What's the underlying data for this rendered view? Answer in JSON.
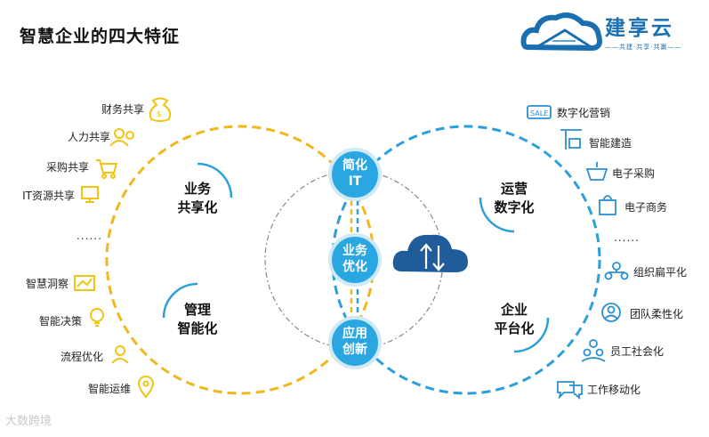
{
  "title": "智慧企业的四大特征",
  "logo": {
    "text": "建享云",
    "subtitle": "——共建·共享·共赢——"
  },
  "left_circle": {
    "quadrant_top": "业务\n共享化",
    "quadrant_bottom": "管理\n智能化",
    "items_top": [
      "财务共享",
      "人力共享",
      "采购共享",
      "IT资源共享"
    ],
    "ellipsis_top": "......",
    "items_bottom": [
      "智慧洞察",
      "智能决策",
      "流程优化",
      "智能运维"
    ]
  },
  "right_circle": {
    "quadrant_top": "运营\n数字化",
    "quadrant_bottom": "企业\n平台化",
    "items_top": [
      "数字化营销",
      "智能建造",
      "电子采购",
      "电子商务"
    ],
    "ellipsis_top": "......",
    "items_bottom": [
      "组织扁平化",
      "团队柔性化",
      "员工社会化",
      "工作移动化"
    ]
  },
  "middle": [
    "简化\nIT",
    "业务\n优化",
    "应用\n创新"
  ],
  "watermark": "大数跨境",
  "colors": {
    "left_ring": "#f0b81e",
    "right_ring": "#2b9fd9",
    "node_fill": "#2aa6e0",
    "cloud": "#1f5c99",
    "icon_left": "#f1c40f",
    "icon_right": "#2b8fd0"
  }
}
